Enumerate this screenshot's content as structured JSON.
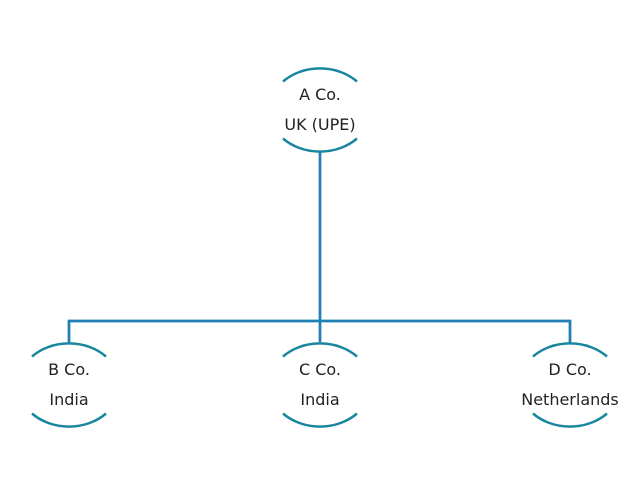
{
  "diagram": {
    "type": "org-chart",
    "background": "#FFFFFF",
    "colors": {
      "node_arc": "#17869E",
      "connector": "#1F7FB6",
      "text": "#222222"
    },
    "nodes": {
      "a": {
        "name": "A Co.",
        "location": "UK (UPE)",
        "role": "parent"
      },
      "b": {
        "name": "B Co.",
        "location": "India",
        "role": "subsidiary"
      },
      "c": {
        "name": "C Co.",
        "location": "India",
        "role": "subsidiary"
      },
      "d": {
        "name": "D Co.",
        "location": "Netherlands",
        "role": "subsidiary"
      }
    }
  }
}
